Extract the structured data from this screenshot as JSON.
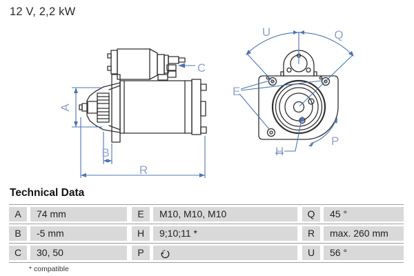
{
  "title": "12 V, 2,2 kW",
  "diagram_labels": {
    "a": "A",
    "b": "B",
    "c": "C",
    "r": "R",
    "u": "U",
    "q": "Q",
    "e": "E",
    "h": "H",
    "p": "P"
  },
  "colors": {
    "dimension_blue": "#4d74b5",
    "label_blue": "#8fa3ce",
    "drawing_dark": "#2e2e2e",
    "table_gray": "#d9d9d9"
  },
  "technical_data": {
    "heading": "Technical Data",
    "footnote": "* compatible",
    "rows": [
      {
        "cells": [
          {
            "key": "A",
            "value": "74 mm"
          },
          {
            "key": "E",
            "value": "M10, M10, M10"
          },
          {
            "key": "Q",
            "value": "45 °"
          }
        ]
      },
      {
        "cells": [
          {
            "key": "B",
            "value": "-5 mm"
          },
          {
            "key": "H",
            "value": "9;10;11 *"
          },
          {
            "key": "R",
            "value": "max. 260 mm"
          }
        ]
      },
      {
        "cells": [
          {
            "key": "C",
            "value": "30, 50"
          },
          {
            "key": "P",
            "value": "",
            "value_icon": "counterclockwise-rotation-arrow"
          },
          {
            "key": "U",
            "value": "56 °"
          }
        ]
      }
    ]
  }
}
